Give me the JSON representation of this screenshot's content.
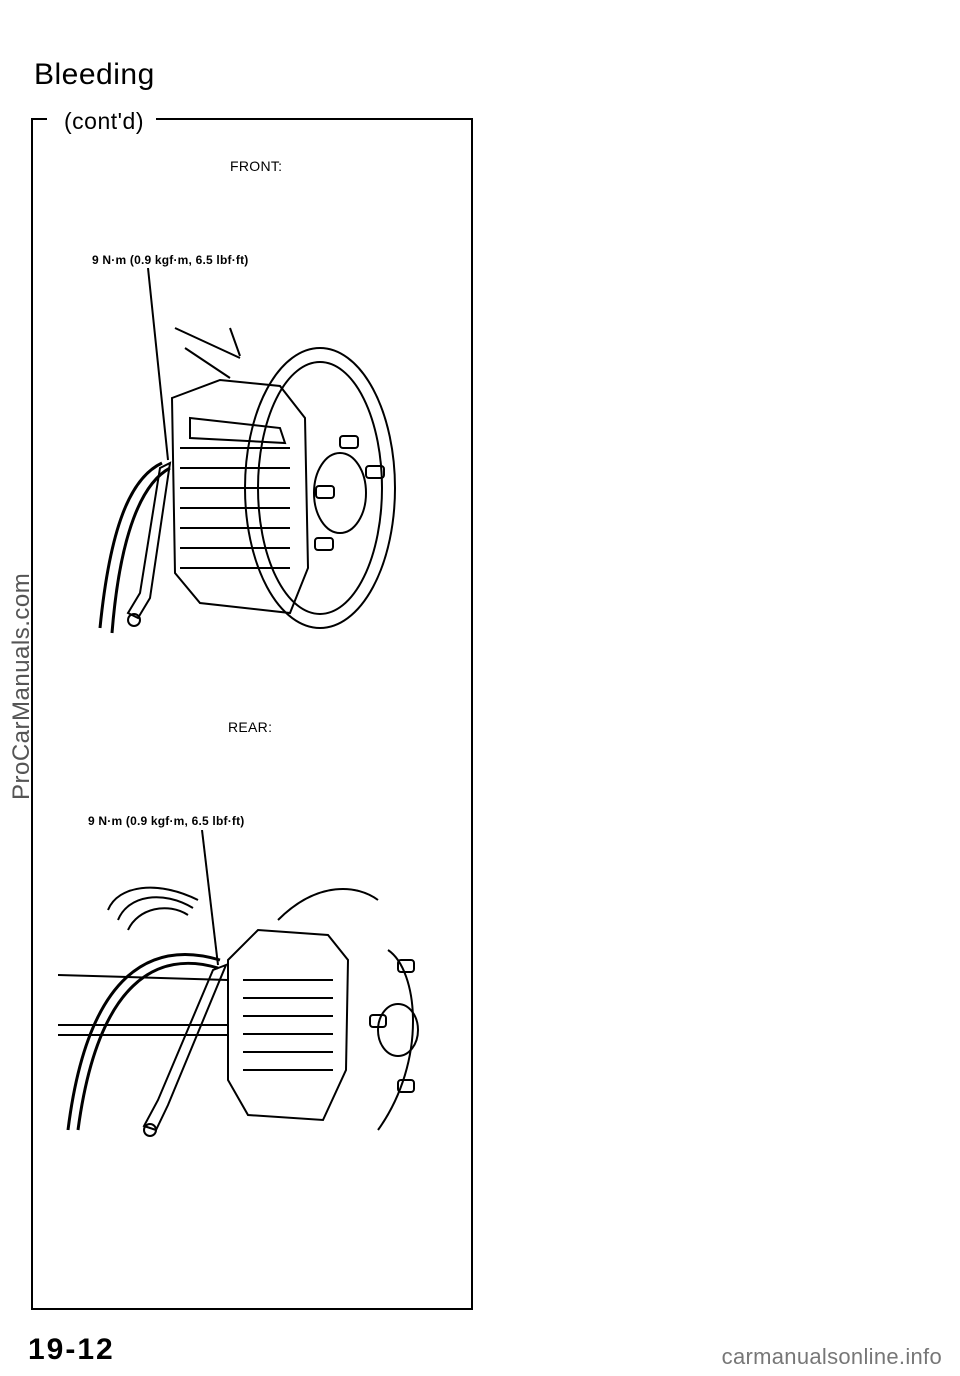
{
  "header": {
    "title": "Bleeding",
    "subtitle": "(cont'd)"
  },
  "front": {
    "label": "FRONT:",
    "torque": "9 N·m (0.9 kgf·m, 6.5 lbf·ft)"
  },
  "rear": {
    "label": "REAR:",
    "torque": "9 N·m (0.9 kgf·m, 6.5 lbf·ft)"
  },
  "footer": {
    "page_number": "19-12",
    "watermark": "carmanualsonline.info"
  },
  "side_watermark": "ProCarManuals.com"
}
